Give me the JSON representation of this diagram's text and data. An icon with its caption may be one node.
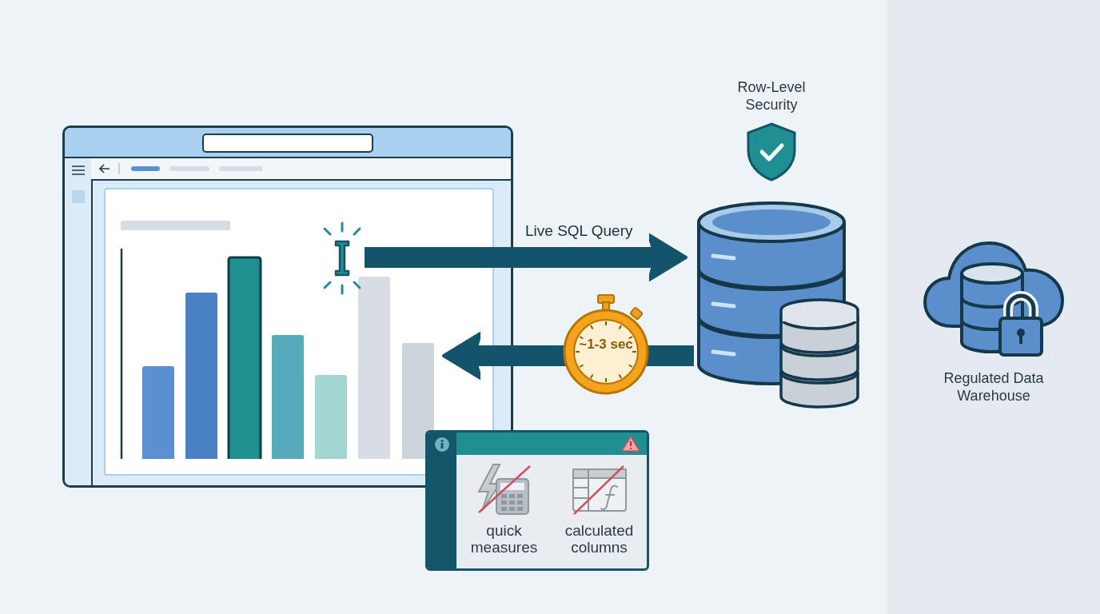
{
  "diagram": {
    "nodes": [
      {
        "text": [],
        "shape": "box"
      },
      {
        "text": [],
        "shape": "cursor",
        "in": 0
      },
      {
        "text": [],
        "shape": "cylinder"
      },
      {
        "text": [
          "quick measures",
          "calculated columns"
        ]
      },
      {
        "text": [
          "Regulated Data Warehouse"
        ]
      }
    ],
    "edges": [
      {
        "from": 1,
        "to": 2,
        "arrow": "to",
        "label": "Live SQL Query"
      },
      {
        "from": 2,
        "to": 0,
        "arrow": "to",
        "label": "~1-3 sec"
      }
    ],
    "labels": [
      "Row-Level Security"
    ]
  }
}
